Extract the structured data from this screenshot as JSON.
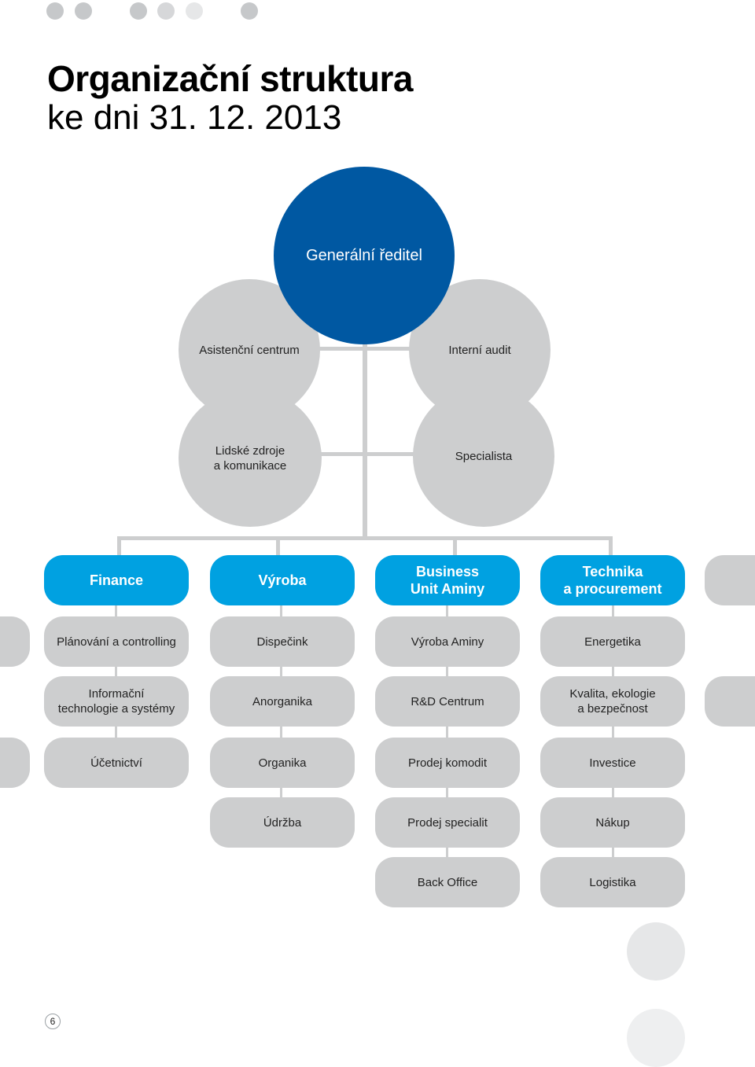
{
  "header": {
    "title": "Organizační struktura",
    "subtitle": "ke dni 31. 12. 2013"
  },
  "colors": {
    "ceo_circle": "#0058a2",
    "division_box": "#00a1e1",
    "department": "#cdcecf"
  },
  "chart": {
    "ceo": "Generální ředitel",
    "staff": {
      "assistant_centre": "Asistenční centrum",
      "internal_audit": "Interní audit",
      "hr": "Lidské zdroje\na komunikace",
      "specialist": "Specialista"
    },
    "divisions": [
      {
        "name": "Finance",
        "departments": [
          "Plánování a controlling",
          "Informační\ntechnologie a systémy",
          "Účetnictví"
        ]
      },
      {
        "name": "Výroba",
        "departments": [
          "Dispečink",
          "Anorganika",
          "Organika",
          "Údržba"
        ]
      },
      {
        "name": "Business\nUnit Aminy",
        "departments": [
          "Výroba Aminy",
          "R&D Centrum",
          "Prodej komodit",
          "Prodej specialit",
          "Back Office"
        ]
      },
      {
        "name": "Technika\na procurement",
        "departments": [
          "Energetika",
          "Kvalita, ekologie\na bezpečnost",
          "Investice",
          "Nákup",
          "Logistika"
        ]
      }
    ]
  },
  "footer": {
    "page_number": "6"
  }
}
